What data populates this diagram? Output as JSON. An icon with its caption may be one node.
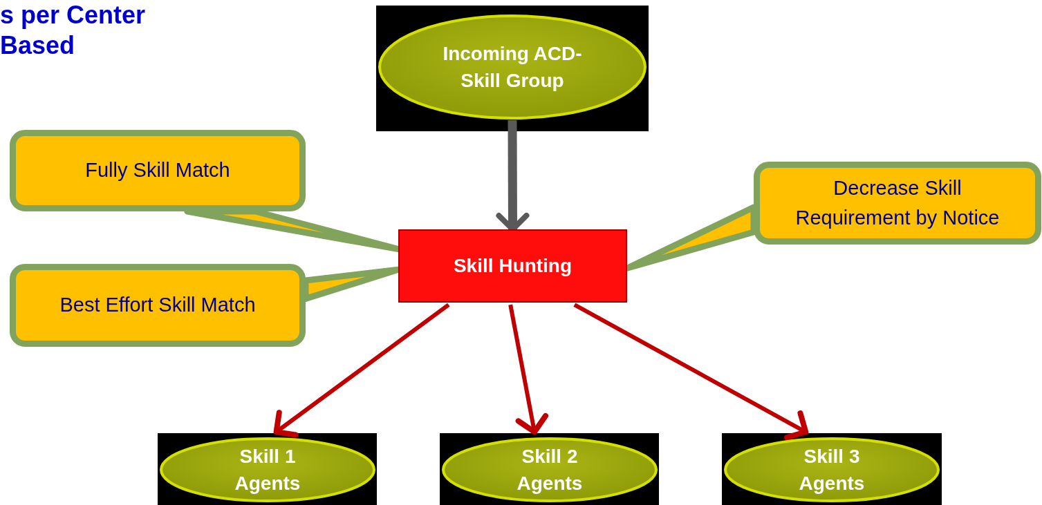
{
  "diagram": {
    "nodes": [
      {
        "text": [
          "Incoming ACD-Skill Group"
        ]
      },
      {
        "text": [
          "Fully Skill Match"
        ]
      },
      {
        "text": [
          "Decrease Skill Requirement by Notice"
        ]
      },
      {
        "text": [
          "Skill Hunting"
        ]
      },
      {
        "text": [
          "Best Effort Skill Match"
        ]
      },
      {
        "text": [
          "Skill 1 Agents"
        ]
      },
      {
        "text": [
          "Skill 2 Agents"
        ]
      },
      {
        "text": [
          "Skill 3 Agents"
        ]
      }
    ],
    "edges": [
      {
        "from": 0,
        "to": 3,
        "arrow": "to",
        "style": "thick",
        "color": "#595959"
      },
      {
        "from": 1,
        "to": 3,
        "arrow": "none",
        "color": "#82a35c"
      },
      {
        "from": 2,
        "to": 3,
        "arrow": "none",
        "color": "#82a35c"
      },
      {
        "from": 4,
        "to": 3,
        "arrow": "none",
        "color": "#82a35c"
      },
      {
        "from": 3,
        "to": 5,
        "arrow": "to"
      },
      {
        "from": 3,
        "to": 6,
        "arrow": "to"
      },
      {
        "from": 3,
        "to": 7,
        "arrow": "to"
      }
    ],
    "labels": [
      "s per Center",
      "Based"
    ]
  }
}
